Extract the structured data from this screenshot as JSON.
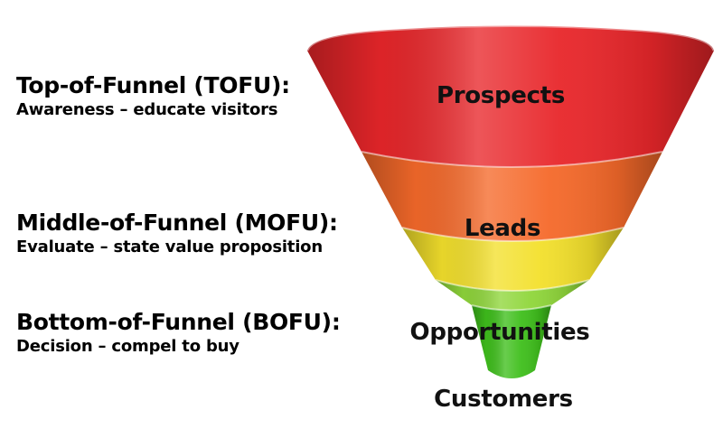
{
  "stages": [
    {
      "title": "Top-of-Funnel (TOFU):",
      "description": "Awareness – educate visitors"
    },
    {
      "title": "Middle-of-Funnel (MOFU):",
      "description": "Evaluate – state value proposition"
    },
    {
      "title": "Bottom-of-Funnel (BOFU):",
      "description": "Decision – compel to buy"
    }
  ],
  "funnel": {
    "layers": [
      {
        "label": "Prospects",
        "color": "#e8262a"
      },
      {
        "label": "Leads",
        "color": "#f5692a"
      },
      {
        "label": "",
        "color": "#f3e02c"
      },
      {
        "label": "Opportunities",
        "color": "#8fd63a"
      },
      {
        "label": "",
        "color": "#3fbf1c"
      }
    ],
    "bottom_label": "Customers"
  }
}
